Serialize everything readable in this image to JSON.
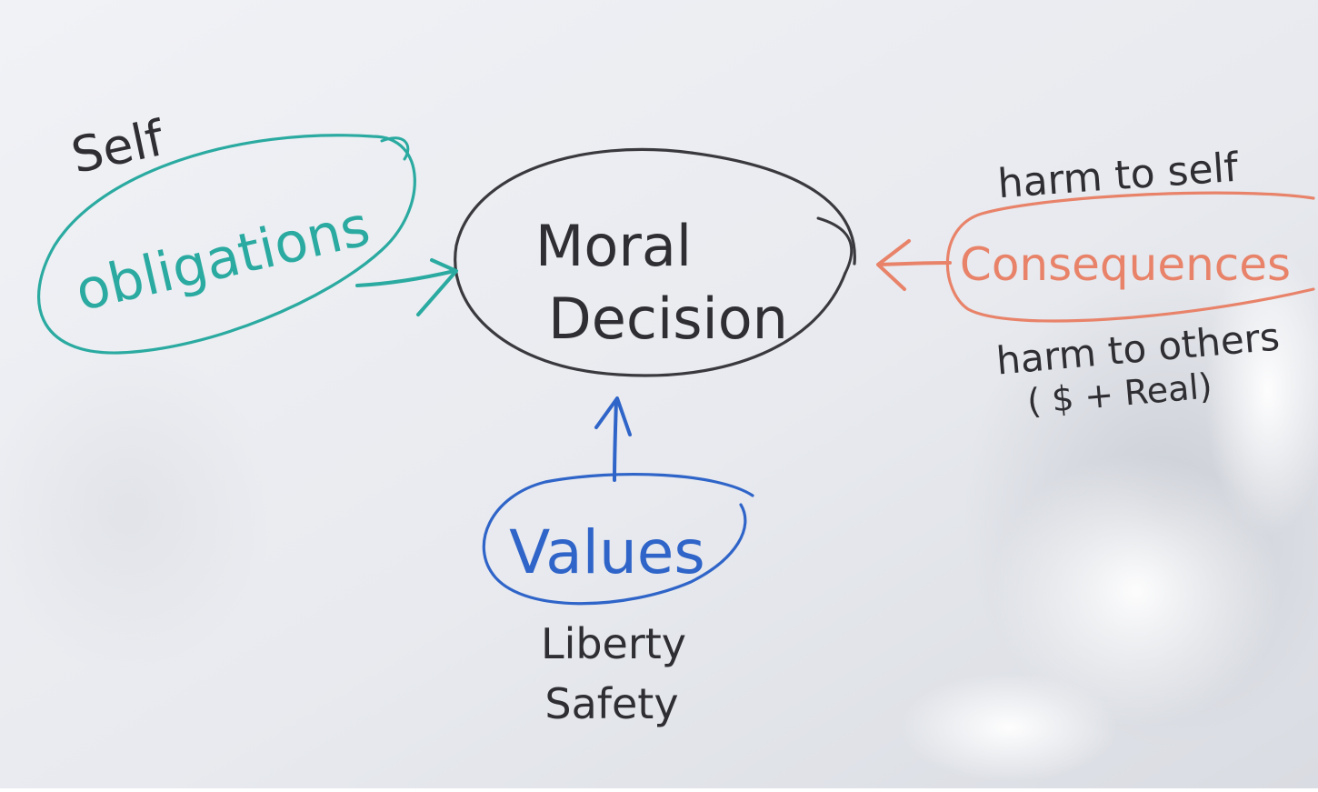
{
  "colors": {
    "teal": "#2aaaa0",
    "black": "#3a3a3e",
    "orange": "#e8836a",
    "blue": "#2f64c8",
    "board": "#eef0f4",
    "glare": "#ffffff"
  },
  "nodes": {
    "center": {
      "line1": "Moral",
      "line2": "Decision"
    },
    "obligations": {
      "label": "obligations",
      "note": "Self"
    },
    "consequences": {
      "label": "Consequences",
      "note_above": "harm to self",
      "note_below_1": "harm to others",
      "note_below_2": "( $ + Real)"
    },
    "values": {
      "label": "Values",
      "note_1": "Liberty",
      "note_2": "Safety"
    }
  }
}
